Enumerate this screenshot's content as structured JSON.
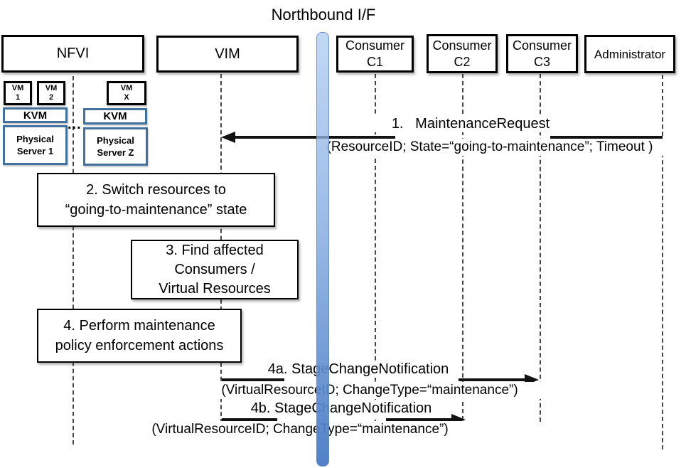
{
  "diagram_title": "Northbound I/F",
  "actors": {
    "nfvi": "NFVI",
    "vim": "VIM",
    "c1": {
      "line1": "Consumer",
      "line2": "C1"
    },
    "c2": {
      "line1": "Consumer",
      "line2": "C2"
    },
    "c3": {
      "line1": "Consumer",
      "line2": "C3"
    },
    "admin": "Administrator"
  },
  "nfvi_internals": {
    "vm1": {
      "line1": "VM",
      "line2": "1"
    },
    "vm2": {
      "line1": "VM",
      "line2": "2"
    },
    "vmx": {
      "line1": "VM",
      "line2": "X"
    },
    "kvm1": "KVM",
    "kvm2": "KVM",
    "ellipsis": "...",
    "server1": {
      "line1": "Physical",
      "line2": "Server 1"
    },
    "serverz": {
      "line1": "Physical",
      "line2": "Server Z"
    }
  },
  "messages": {
    "m1": {
      "label": "1.   MaintenanceRequest",
      "params": "(ResourceID; State=“going-to-maintenance”; Timeout )"
    },
    "m2": {
      "line1": "2. Switch resources to",
      "line2": "“going-to-maintenance” state"
    },
    "m3": {
      "line1": "3. Find affected",
      "line2": "Consumers /",
      "line3": "Virtual Resources"
    },
    "m4": {
      "line1": "4. Perform maintenance",
      "line2": "policy enforcement actions"
    },
    "m4a": {
      "label": "4a. StageChangeNotification",
      "params": "(VirtualResourceID; ChangeType=“maintenance”)"
    },
    "m4b": {
      "label": "4b. StageChangeNotification",
      "params": "(VirtualResourceID; ChangeType=“maintenance”)"
    }
  },
  "colors": {
    "box_border_black": "#000000",
    "inner_box_border_blue": "#41719c",
    "bar_top_blue": "#a8c7f0",
    "bar_bottom_blue": "#4d7dc6",
    "arrow_black": "#121212",
    "lifeline_gray": "#474747",
    "background": "#ffffff"
  }
}
